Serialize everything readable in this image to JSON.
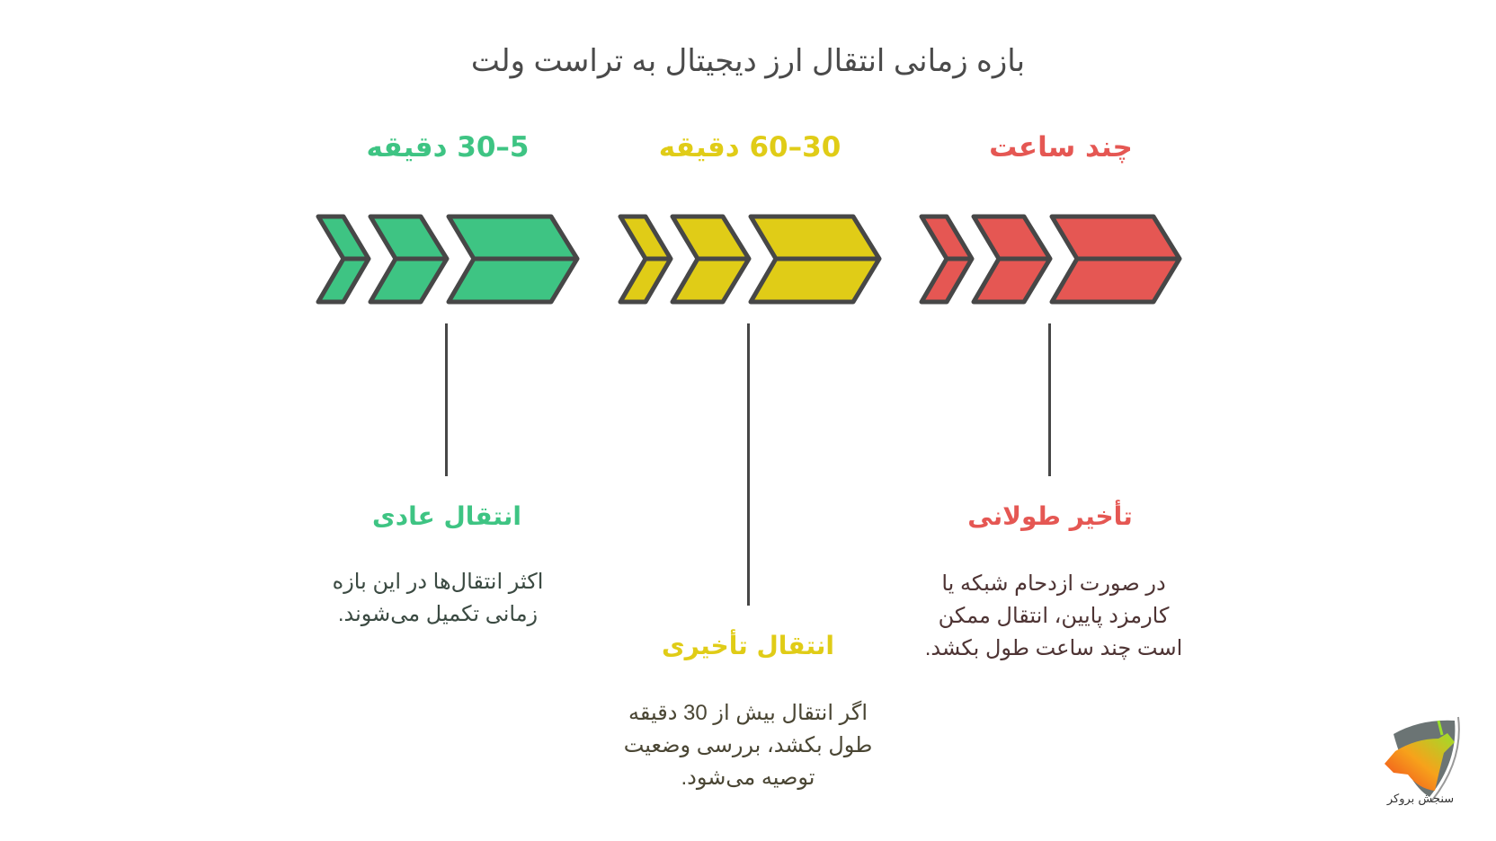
{
  "title": "بازه زمانی انتقال ارز دیجیتال به تراست ولت",
  "colors": {
    "green": "#3ec483",
    "yellow": "#e0cc17",
    "red": "#e55753",
    "stroke": "#474747",
    "title": "#4a4a4a"
  },
  "stages": [
    {
      "range_label": "5–30 دقیقه",
      "heading": "انتقال عادی",
      "description": "اکثر انتقال‌ها در این بازه زمانی تکمیل می‌شوند.",
      "color": "#3ec483",
      "text_color": "#3b4a42"
    },
    {
      "range_label": "30–60 دقیقه",
      "heading": "انتقال تأخیری",
      "description": "اگر انتقال بیش از 30 دقیقه طول بکشد، بررسی وضعیت توصیه می‌شود.",
      "color": "#e0cc17",
      "text_color": "#4a4634"
    },
    {
      "range_label": "چند ساعت",
      "heading": "تأخیر طولانی",
      "description": "در صورت ازدحام شبکه یا کارمزد پایین، انتقال ممکن است چند ساعت طول بکشد.",
      "color": "#e55753",
      "text_color": "#4e3434"
    }
  ],
  "logo": {
    "icon": "bull-bear-shield-logo",
    "text": "سنجش بروکر"
  }
}
